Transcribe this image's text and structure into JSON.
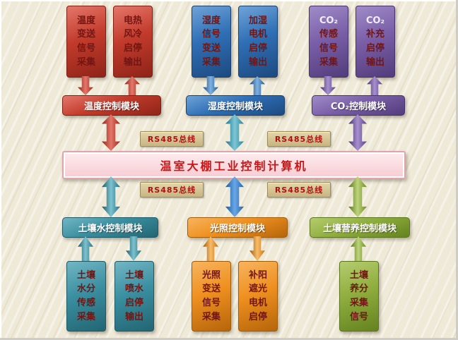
{
  "computer": {
    "label": "温室大棚工业控制计算机",
    "bg": "#f7ccd3",
    "border": "#e2a4ac",
    "text_color": "#c81616"
  },
  "bus": {
    "label": "RS485总线",
    "bg": "#d2c28e",
    "text_color": "#b01010"
  },
  "palette": {
    "red": "#c23b2c",
    "blue": "#2f6fb5",
    "purple": "#7a5fa8",
    "teal": "#3a8fa0",
    "orange": "#ef9020",
    "green": "#8fae3e",
    "top_middle_arrow": "#3e9db3",
    "bottom_middle_arrow": "#2f7ad1",
    "background": "#efe9d8",
    "box_text": "#731512"
  },
  "groups": [
    {
      "name": "temperature",
      "module": "温度控制模块",
      "color": "#c23b2c",
      "boxes": [
        {
          "lines": [
            "温度",
            "变送",
            "信号",
            "采集"
          ]
        },
        {
          "lines": [
            "电热",
            "风冷",
            "启停",
            "输出"
          ]
        }
      ]
    },
    {
      "name": "humidity",
      "module": "湿度控制模块",
      "color": "#2f6fb5",
      "boxes": [
        {
          "lines": [
            "湿度",
            "信号",
            "变送",
            "采集"
          ]
        },
        {
          "lines": [
            "加湿",
            "电机",
            "启停",
            "输出"
          ]
        }
      ]
    },
    {
      "name": "co2",
      "module": "CO₂控制模块",
      "color": "#7a5fa8",
      "boxes": [
        {
          "lines": [
            "CO₂",
            "传感",
            "信号",
            "采集"
          ]
        },
        {
          "lines": [
            "CO₂",
            "补充",
            "启停",
            "输出"
          ]
        }
      ]
    },
    {
      "name": "soil-water",
      "module": "土壤水控制模块",
      "color": "#3a8fa0",
      "boxes": [
        {
          "lines": [
            "土壤",
            "水分",
            "传感",
            "采集"
          ]
        },
        {
          "lines": [
            "土壤",
            "喷水",
            "启停",
            "输出"
          ]
        }
      ]
    },
    {
      "name": "light",
      "module": "光照控制模块",
      "color": "#ef9020",
      "boxes": [
        {
          "lines": [
            "光照",
            "变送",
            "信号",
            "采集"
          ]
        },
        {
          "lines": [
            "补阳",
            "遮光",
            "电机",
            "启停"
          ]
        }
      ]
    },
    {
      "name": "soil-nutrient",
      "module": "土壤营养控制模块",
      "color": "#8fae3e",
      "boxes": [
        {
          "lines": [
            "土壤",
            "养分",
            "采集",
            "信号"
          ]
        }
      ]
    }
  ]
}
